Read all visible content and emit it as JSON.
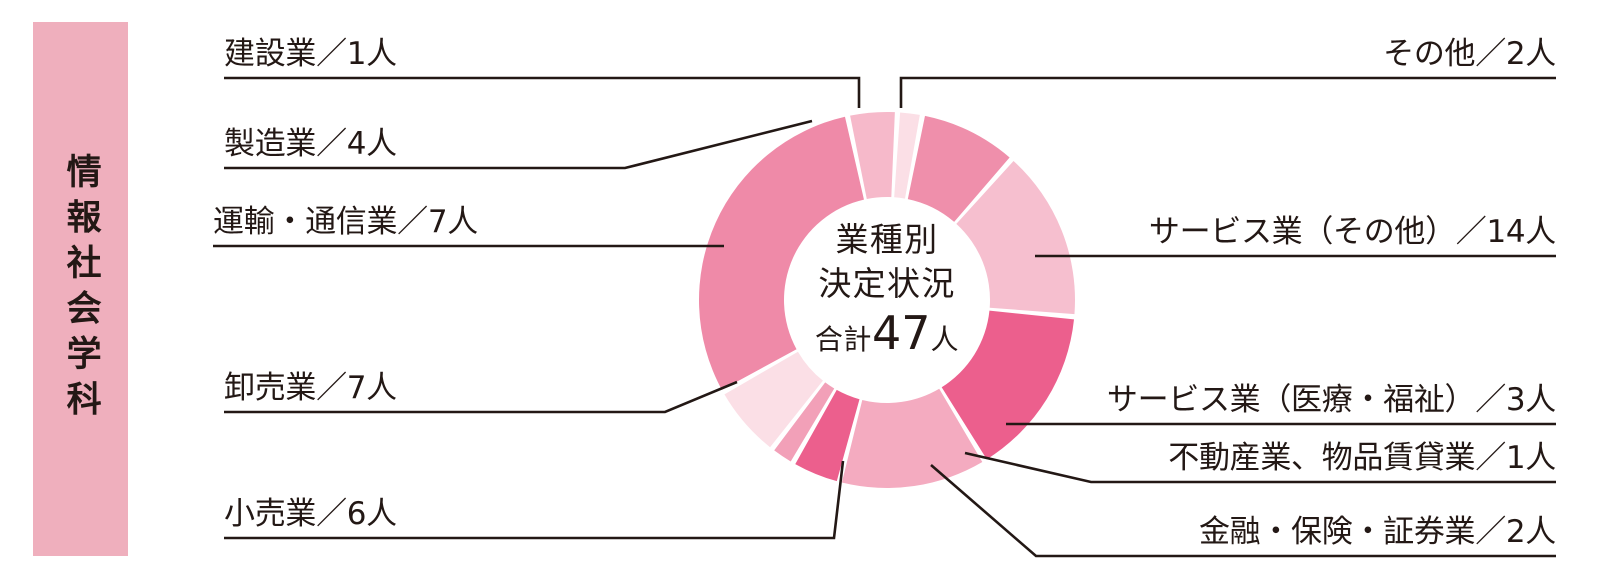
{
  "sidebar": {
    "label": "情報社会学科",
    "color": "#efafbd"
  },
  "center": {
    "line1": "業種別",
    "line2": "決定状況",
    "total_prefix": "合計",
    "total_number": "47",
    "total_suffix": "人"
  },
  "chart_data": {
    "type": "pie",
    "title": "業種別決定状況",
    "subtitle": "合計47人",
    "unit": "人",
    "total": 47,
    "donut": true,
    "legend": "callout-labels",
    "categories": [
      "建設業",
      "製造業",
      "運輸・通信業",
      "卸売業",
      "小売業",
      "金融・保険・証券業",
      "不動産業、物品賃貸業",
      "サービス業（医療・福祉）",
      "サービス業（その他）",
      "その他"
    ],
    "values": [
      1,
      4,
      7,
      7,
      6,
      2,
      1,
      3,
      14,
      2
    ],
    "colors": [
      "#fbdfe6",
      "#ef8fab",
      "#f6bfcf",
      "#ec5f8d",
      "#f4abc0",
      "#ec5f8d",
      "#f2a0b8",
      "#fbdfe6",
      "#ef8aa8",
      "#f6b9ca"
    ],
    "slices": [
      {
        "label": "建設業／1人",
        "name": "建設業",
        "value": 1,
        "color": "#fbdfe6"
      },
      {
        "label": "製造業／4人",
        "name": "製造業",
        "value": 4,
        "color": "#ef8fab"
      },
      {
        "label": "運輸・通信業／7人",
        "name": "運輸・通信業",
        "value": 7,
        "color": "#f6bfcf"
      },
      {
        "label": "卸売業／7人",
        "name": "卸売業",
        "value": 7,
        "color": "#ec5f8d"
      },
      {
        "label": "小売業／6人",
        "name": "小売業",
        "value": 6,
        "color": "#f4abc0"
      },
      {
        "label": "金融・保険・証券業／2人",
        "name": "金融・保険・証券業",
        "value": 2,
        "color": "#ec5f8d"
      },
      {
        "label": "不動産業、物品賃貸業／1人",
        "name": "不動産業、物品賃貸業",
        "value": 1,
        "color": "#f2a0b8"
      },
      {
        "label": "サービス業（医療・福祉）／3人",
        "name": "サービス業（医療・福祉）",
        "value": 3,
        "color": "#fbdfe6"
      },
      {
        "label": "サービス業（その他）／14人",
        "name": "サービス業（その他）",
        "value": 14,
        "color": "#ef8aa8"
      },
      {
        "label": "その他／2人",
        "name": "その他",
        "value": 2,
        "color": "#f6b9ca"
      }
    ]
  },
  "callouts": {
    "construction": "建設業／1人",
    "manufacturing": "製造業／4人",
    "transport_comm": "運輸・通信業／7人",
    "wholesale": "卸売業／7人",
    "retail": "小売業／6人",
    "other": "その他／2人",
    "service_other": "サービス業（その他）／14人",
    "service_medical": "サービス業（医療・福祉）／3人",
    "realestate": "不動産業、物品賃貸業／1人",
    "finance": "金融・保険・証券業／2人"
  }
}
